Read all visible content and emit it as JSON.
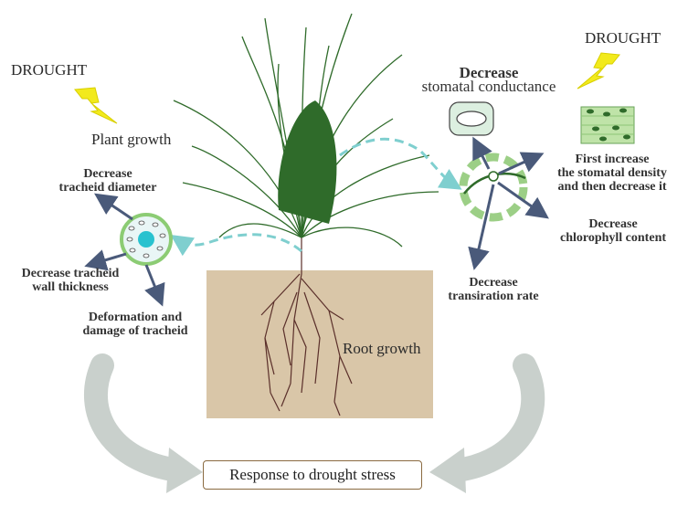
{
  "labels": {
    "drought_left": "DROUGHT",
    "drought_right": "DROUGHT",
    "plant_growth": "Plant growth",
    "root_growth": "Root growth",
    "tracheid_diameter": [
      "Decrease",
      "tracheid diameter"
    ],
    "tracheid_wall": [
      "Decrease tracheid",
      "wall thickness"
    ],
    "tracheid_damage": [
      "Deformation and",
      "damage of tracheid"
    ],
    "stomatal_conductance": [
      "Decrease",
      "stomatal conductance"
    ],
    "stomatal_density": [
      "First increase",
      "the stomatal density",
      "and then decrease it"
    ],
    "chlorophyll": [
      "Decrease",
      "chlorophyll content"
    ],
    "transpiration": [
      "Decrease",
      "transiration rate"
    ],
    "response": "Response to drought stress"
  },
  "icons": {
    "lightning": "lightning-bolt-icon",
    "stoma": "stoma-icon",
    "leaf_tissue": "leaf-tissue-icon",
    "tracheid": "tracheid-cross-section-icon",
    "leaf_section": "leaf-cross-section-icon"
  },
  "colors": {
    "lightning": "#f2ea1c",
    "dashed_arrow": "#7fcfcf",
    "soil": "#d9c6a8",
    "arrows": "#4a5a7a",
    "big_arrows": "#c9d0cc",
    "plant_green": "#2f6b2a",
    "ring_green": "#9ccf86"
  }
}
